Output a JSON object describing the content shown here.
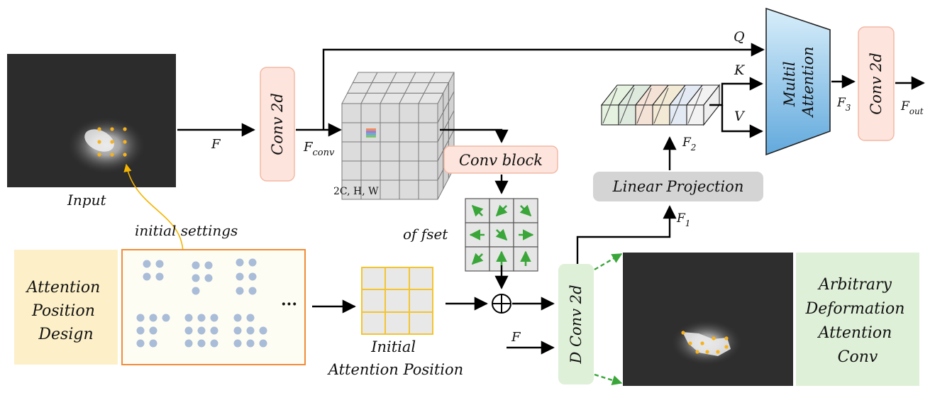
{
  "labels": {
    "input": "Input",
    "f_main": "F",
    "conv2d_first": "Conv 2d",
    "f_conv_base": "F",
    "f_conv_sub": "conv",
    "cube_dims": "2C, H, W",
    "conv_block": "Conv block",
    "offset": "of fset",
    "q": "Q",
    "k": "K",
    "v": "V",
    "multil_attention_line1": "Multil",
    "multil_attention_line2": "Attention",
    "f3_base": "F",
    "f3_sub": "3",
    "conv2d_out": "Conv 2d",
    "f_out_base": "F",
    "f_out_sub": "out",
    "f2_base": "F",
    "f2_sub": "2",
    "linear_projection": "Linear Projection",
    "f1_base": "F",
    "f1_sub": "1",
    "initial_settings": "initial settings",
    "attention_position_design": [
      "Attention",
      "Position",
      "Design"
    ],
    "ellipsis": "···",
    "initial_attention_position": [
      "Initial",
      "Attention Position"
    ],
    "plus": "⊕",
    "f_lower": "F",
    "d_conv2d": "D Conv 2d",
    "arbitrary_deformation": [
      "Arbitrary",
      "Deformation",
      "Attention",
      "Conv"
    ]
  },
  "offset_arrows": [
    "up-left",
    "down-left",
    "down-right",
    "left",
    "down-right",
    "right",
    "down-left",
    "up",
    "up"
  ],
  "colors": {
    "conv_fill": "#fde4dc",
    "conv_stroke": "#f3b9a5",
    "design_bg": "#fdf0c8",
    "panel_border": "#f28c38",
    "panel_bg": "#fefdf3",
    "dot": "#a9bcd8",
    "grid_yellow": "#f4c430",
    "green_box": "#dff0d8",
    "green_arrow": "#3aa63a",
    "linear_proj": "#d4d4d4",
    "attention_top": "#bfe2f6",
    "attention_bottom": "#6fb3e3",
    "orange_dot": "#f7b21b"
  }
}
